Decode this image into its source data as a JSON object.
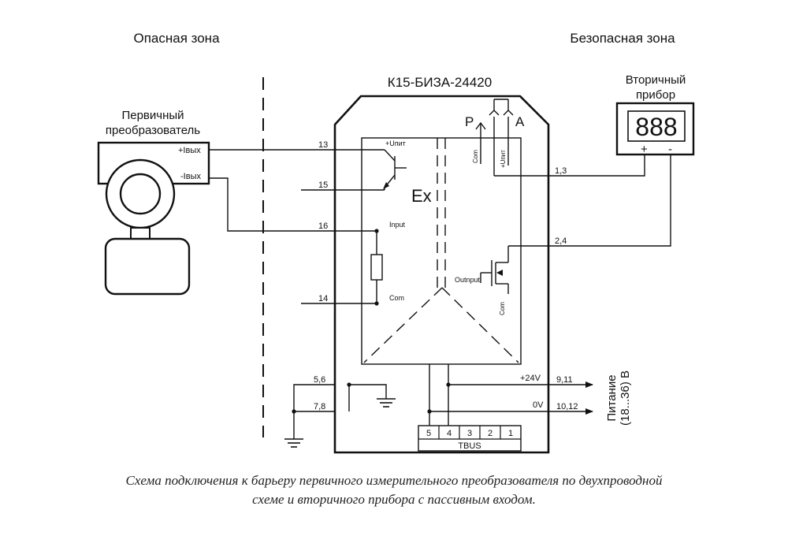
{
  "zones": {
    "hazardous": "Опасная зона",
    "safe": "Безопасная зона"
  },
  "barrier": {
    "title": "К15-БИЗА-24420",
    "ex": "Ex"
  },
  "primary": {
    "label_line1": "Первичный",
    "label_line2": "преобразователь",
    "plus_out": "+Iвых",
    "minus_out": "-Iвых"
  },
  "secondary": {
    "label_line1": "Вторичный",
    "label_line2": "прибор",
    "display": "888",
    "plus": "+",
    "minus": "-"
  },
  "pins": {
    "p13": "13",
    "p15": "15",
    "p16": "16",
    "p14": "14",
    "p56": "5,6",
    "p78": "7,8",
    "p13r": "1,3",
    "p24": "2,4",
    "p911": "9,11",
    "p1012": "10,12"
  },
  "internal": {
    "upit": "+Uпит",
    "input": "Input",
    "com_in": "Com",
    "outnput": "Outnput",
    "com_out": "Com",
    "com_top": "Com",
    "upit_top": "+Uпит",
    "p": "P",
    "a": "A"
  },
  "power": {
    "v24": "+24V",
    "v0": "0V",
    "label_line1": "Питание",
    "label_line2": "(18...36) В"
  },
  "tbus": {
    "label": "TBUS",
    "slots": [
      "5",
      "4",
      "3",
      "2",
      "1"
    ]
  },
  "caption": {
    "line1": "Схема подключения к барьеру первичного измерительного преобразователя по двухпроводной",
    "line2": "схеме и вторичного прибора с пассивным входом."
  }
}
